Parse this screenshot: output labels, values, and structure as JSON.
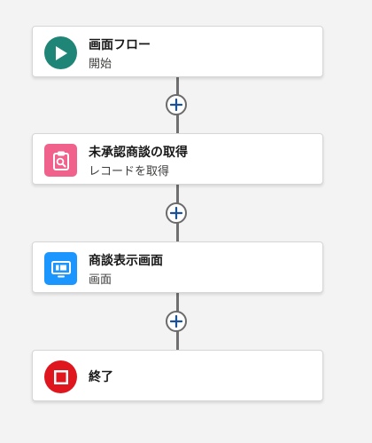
{
  "flow": {
    "elements": [
      {
        "title": "画面フロー",
        "subtitle": "開始",
        "icon": "play-icon",
        "color": "#1f8577"
      },
      {
        "title": "未承認商談の取得",
        "subtitle": "レコードを取得",
        "icon": "get-records-icon",
        "color": "#f0628c"
      },
      {
        "title": "商談表示画面",
        "subtitle": "画面",
        "icon": "screen-icon",
        "color": "#1b96ff"
      },
      {
        "title": "終了",
        "subtitle": "",
        "icon": "stop-icon",
        "color": "#e0161f"
      }
    ],
    "connector_color": "#6f6f6f",
    "add_button_icon": "plus-icon"
  }
}
